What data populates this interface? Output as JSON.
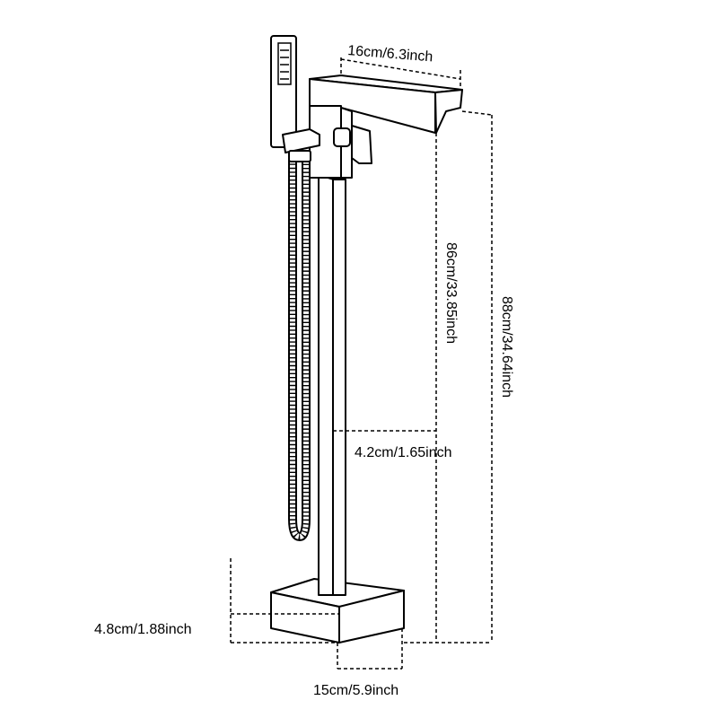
{
  "dimensions": {
    "spout_length": "16cm/6.3inch",
    "spout_height": "86cm/33.85inch",
    "total_height": "88cm/34.64inch",
    "pipe_width": "4.2cm/1.65inch",
    "base_height": "4.8cm/1.88inch",
    "base_width": "15cm/5.9inch"
  }
}
